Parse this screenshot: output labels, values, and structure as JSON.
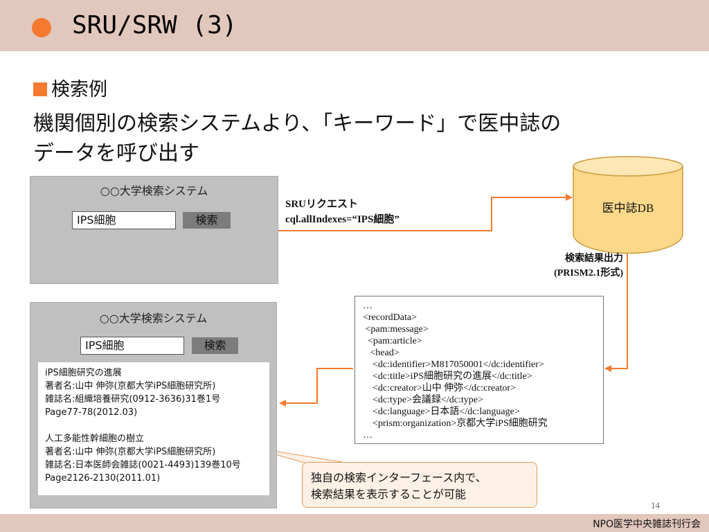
{
  "header": {
    "title": "SRU/SRW (3)"
  },
  "section": {
    "label": "検索例"
  },
  "description": {
    "line1": "機関個別の検索システムより、「キーワード」で医中誌の",
    "line2": "データを呼び出す"
  },
  "panel_top": {
    "title": "○○大学検索システム",
    "search_value": "IPS細胞",
    "search_button": "検索"
  },
  "panel_bottom": {
    "title": "○○大学検索システム",
    "search_value": "IPS細胞",
    "search_button": "検索",
    "results": [
      {
        "title": "iPS細胞研究の進展",
        "author": "著者名:山中 伸弥(京都大学iPS細胞研究所)",
        "journal": "雑誌名:組織培養研究(0912-3636)31巻1号",
        "page": "Page77-78(2012.03)"
      },
      {
        "title": "人工多能性幹細胞の樹立",
        "author": "著者名:山中 伸弥(京都大学iPS細胞研究所)",
        "journal": "雑誌名:日本医師会雑誌(0021-4493)139巻10号",
        "page": "Page2126-2130(2011.01)"
      }
    ]
  },
  "request": {
    "line1": "SRUリクエスト",
    "line2": "cql.allIndexes=“IPS細胞”"
  },
  "database": {
    "label": "医中誌DB"
  },
  "output": {
    "line1": "検索結果出力",
    "line2": "(PRISM2.1形式)"
  },
  "xml": {
    "lines": [
      "…",
      "<recordData>",
      " <pam:message>",
      "  <pam:article>",
      "   <head>",
      "    <dc:identifier>M817050001</dc:identifier>",
      "    <dc:title>iPS細胞研究の進展</dc:title>",
      "    <dc:creator>山中 伸弥</dc:creator>",
      "    <dc:type>会議録</dc:type>",
      "    <dc:language>日本語</dc:language>",
      "    <prism:organization>京都大学iPS細胞研究",
      "…"
    ]
  },
  "callout": {
    "line1": "独自の検索インターフェース内で、",
    "line2": "検索結果を表示することが可能"
  },
  "footer": {
    "page_number": "14",
    "organization": "NPO医学中央雑誌刊行会"
  },
  "colors": {
    "accent": "#f47a30",
    "header_bg": "#e2c7bd",
    "db_fill": "#fcd98a",
    "db_stroke": "#c99a3c",
    "panel_bg": "#c0c0c0"
  }
}
